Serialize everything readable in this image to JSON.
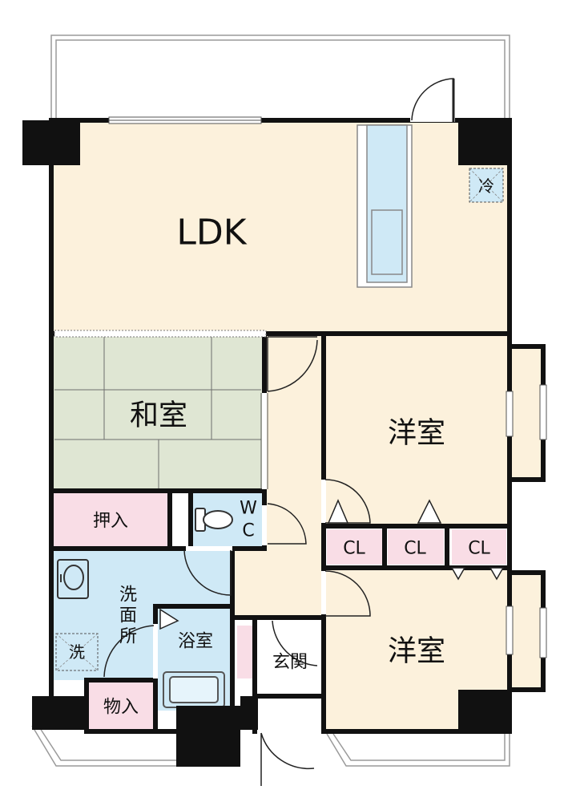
{
  "plan": {
    "rooms": {
      "ldk": "LDK",
      "washitsu": "和室",
      "youshitsu_upper": "洋室",
      "youshitsu_lower": "洋室",
      "oshiire": "押入",
      "wc_w": "W",
      "wc_c": "C",
      "senmen_1": "洗",
      "senmen_2": "面",
      "senmen_3": "所",
      "yokushitsu": "浴室",
      "genkan": "玄関",
      "monoire": "物入",
      "cl_1": "CL",
      "cl_2": "CL",
      "cl_3": "CL",
      "washer": "洗",
      "fridge": "冷"
    },
    "colors": {
      "living_floor": "#fcf1dc",
      "tatami": "#dfe6d3",
      "wet_area": "#cfe9f6",
      "storage": "#f9dde6",
      "wall": "#111111"
    }
  }
}
